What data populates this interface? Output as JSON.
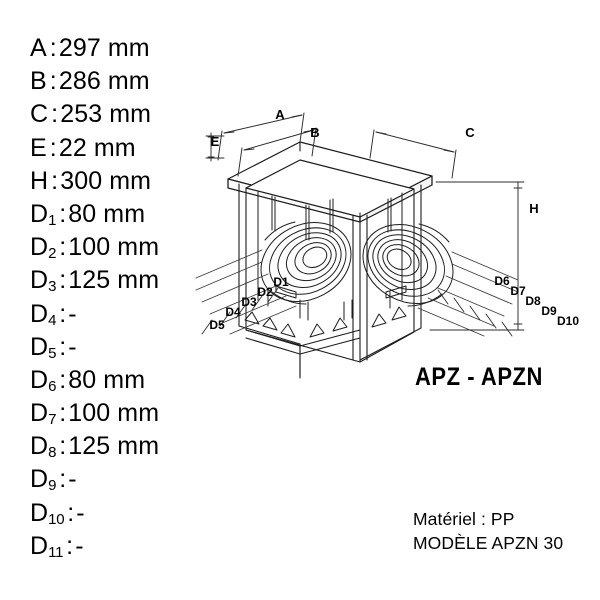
{
  "specifications": {
    "rows": [
      {
        "symbol": "A",
        "sub": "",
        "value": "297 mm"
      },
      {
        "symbol": "B",
        "sub": "",
        "value": "286 mm"
      },
      {
        "symbol": "C",
        "sub": "",
        "value": "253 mm"
      },
      {
        "symbol": "E",
        "sub": "",
        "value": "22 mm"
      },
      {
        "symbol": "H",
        "sub": "",
        "value": "300 mm"
      },
      {
        "symbol": "D",
        "sub": "1",
        "value": "80 mm"
      },
      {
        "symbol": "D",
        "sub": "2",
        "value": "100 mm"
      },
      {
        "symbol": "D",
        "sub": "3",
        "value": "125 mm"
      },
      {
        "symbol": "D",
        "sub": "4",
        "value": "-"
      },
      {
        "symbol": "D",
        "sub": "5",
        "value": "-"
      },
      {
        "symbol": "D",
        "sub": "6",
        "value": "80 mm"
      },
      {
        "symbol": "D",
        "sub": "7",
        "value": "100 mm"
      },
      {
        "symbol": "D",
        "sub": "8",
        "value": "125 mm"
      },
      {
        "symbol": "D",
        "sub": "9",
        "value": "-"
      },
      {
        "symbol": "D",
        "sub": "10",
        "value": "-"
      },
      {
        "symbol": "D",
        "sub": "11",
        "value": "-"
      }
    ],
    "separator": ":"
  },
  "drawing": {
    "view": "isometric",
    "object": "square drainage chamber with two circular socket outlets",
    "dimension_labels": {
      "a": "A",
      "b": "B",
      "c": "C",
      "e": "E",
      "h": "H",
      "d1": "D1",
      "d2": "D2",
      "d3": "D3",
      "d4": "D4",
      "d5": "D5",
      "d6": "D6",
      "d7": "D7",
      "d8": "D8",
      "d9": "D9",
      "d10": "D10"
    },
    "line_color": "#1a1a1a",
    "dimension_line_color": "#333333",
    "background": "#ffffff"
  },
  "title": {
    "model_code": "APZ - APZN"
  },
  "footer": {
    "material_line": "Matériel : PP",
    "model_line": "MODÈLE APZN 30"
  }
}
